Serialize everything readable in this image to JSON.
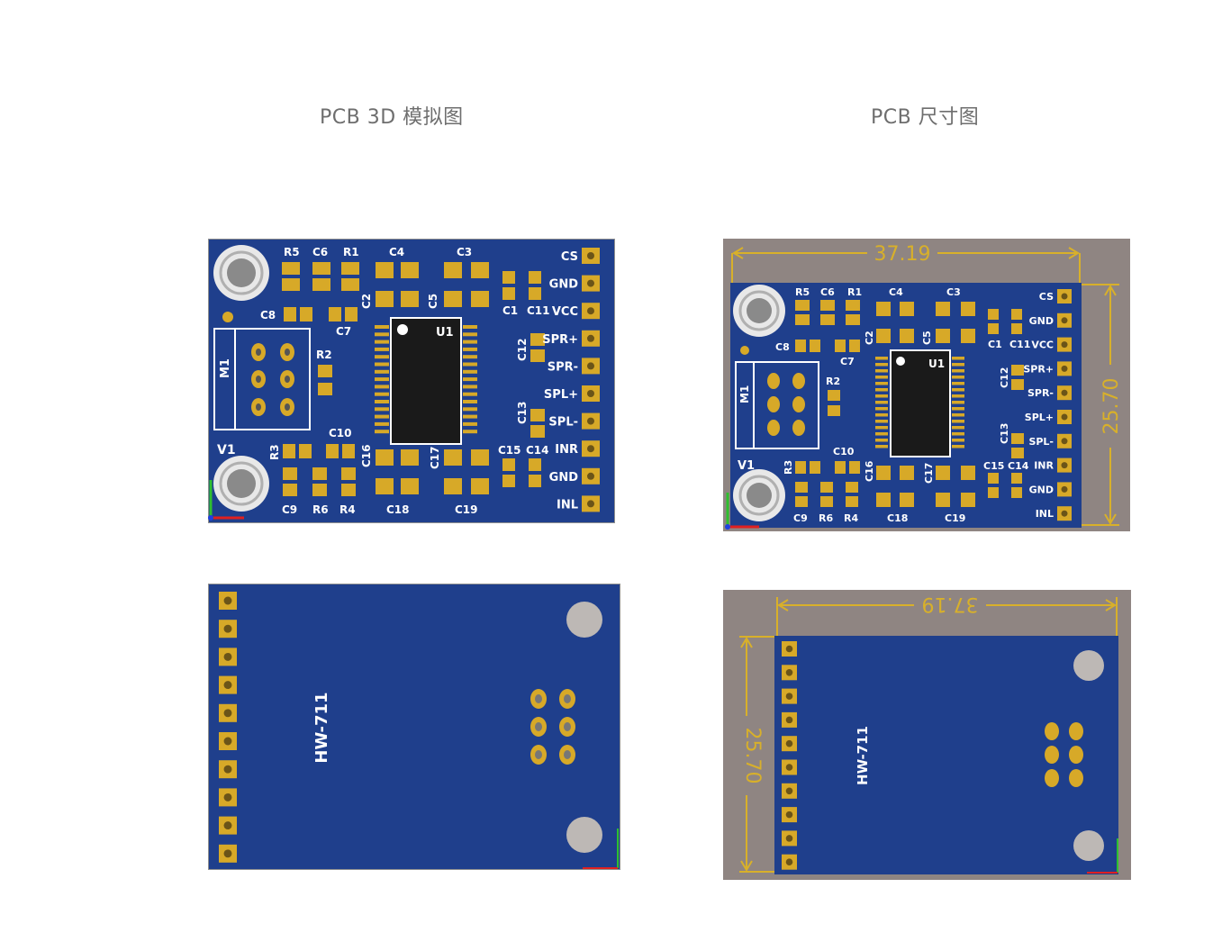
{
  "headings": {
    "left": "PCB 3D 模拟图",
    "right": "PCB 尺寸图"
  },
  "colors": {
    "board": "#1f3f8c",
    "silkscreen": "#ffffff",
    "pad": "#d7a928",
    "dimension": "#d8b02a",
    "frame": "#8f8f8f"
  },
  "pins": [
    "CS",
    "GND",
    "VCC",
    "SPR+",
    "SPR-",
    "SPL+",
    "SPL-",
    "INR",
    "GND",
    "INL"
  ],
  "components": {
    "resistors": [
      "R5",
      "C6",
      "R1",
      "R2",
      "R3",
      "R6",
      "R4"
    ],
    "capacitors": [
      "C4",
      "C3",
      "C8",
      "C7",
      "C2",
      "C5",
      "C1",
      "C11",
      "C12",
      "C13",
      "C10",
      "C16",
      "C17",
      "C15",
      "C14",
      "C9",
      "C18",
      "C19"
    ],
    "ic": "U1",
    "connector": "M1",
    "mark": "V1"
  },
  "board_label": "HW-711",
  "dimensions": {
    "width": "37.19",
    "height": "25.70",
    "height_back": "25.70"
  }
}
